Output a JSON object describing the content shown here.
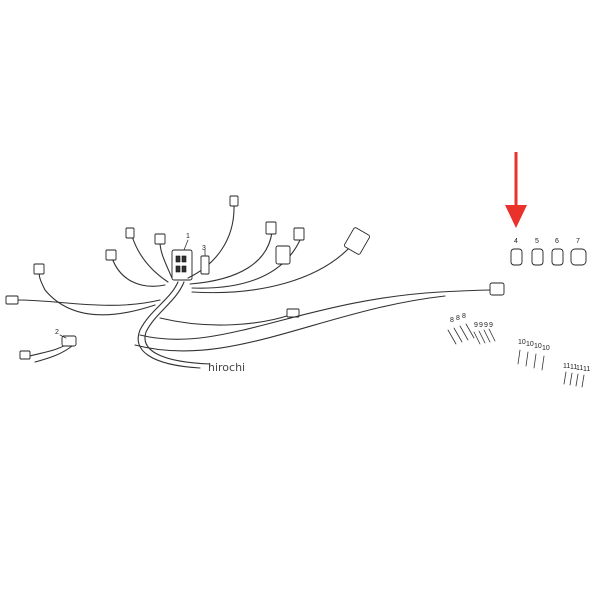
{
  "callouts": {
    "c1": "1",
    "c2": "2",
    "c3": "3",
    "c4": "4",
    "c5": "5",
    "c6": "6",
    "c7": "7",
    "c8": "8",
    "c9": "9",
    "c10": "10",
    "c11": "11"
  },
  "watermark": "hirochi",
  "colors": {
    "arrow": "#e8322a",
    "line": "#333333",
    "background": "#ffffff"
  }
}
